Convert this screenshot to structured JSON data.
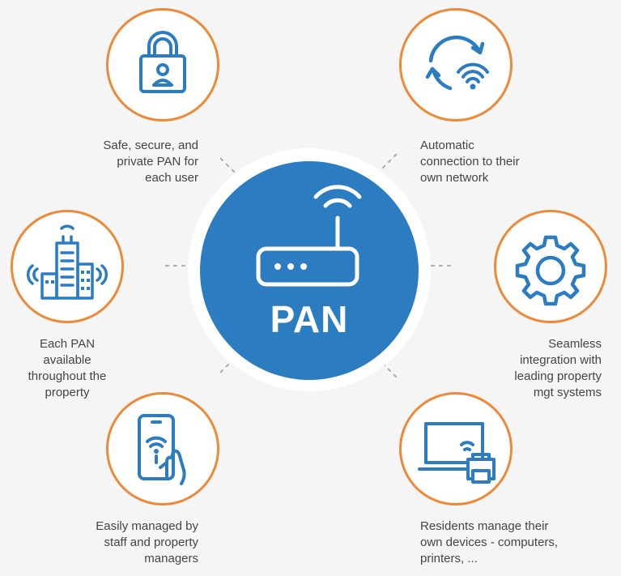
{
  "hub": {
    "label": "PAN"
  },
  "features": [
    {
      "id": "security",
      "icon": "padlock-user-icon",
      "caption": "Safe, secure, and\nprivate PAN for\neach user"
    },
    {
      "id": "connection",
      "icon": "sync-wifi-icon",
      "caption": "Automatic\nconnection to their\nown network"
    },
    {
      "id": "coverage",
      "icon": "building-wifi-icon",
      "caption": "Each PAN\navailable\nthroughout the\nproperty"
    },
    {
      "id": "integration",
      "icon": "gear-icon",
      "caption": "Seamless\nintegration with\nleading property\nmgt systems"
    },
    {
      "id": "management",
      "icon": "phone-hand-wifi-icon",
      "caption": "Easily managed by\nstaff and property\nmanagers"
    },
    {
      "id": "devices",
      "icon": "laptop-printer-icon",
      "caption": "Residents manage their\nown devices - computers,\nprinters, ..."
    }
  ],
  "colors": {
    "accent": "#ec8a3a",
    "icon": "#2b7cc1",
    "hub": "#2b7cc1",
    "background": "#f5f5f5",
    "text": "#444444"
  }
}
